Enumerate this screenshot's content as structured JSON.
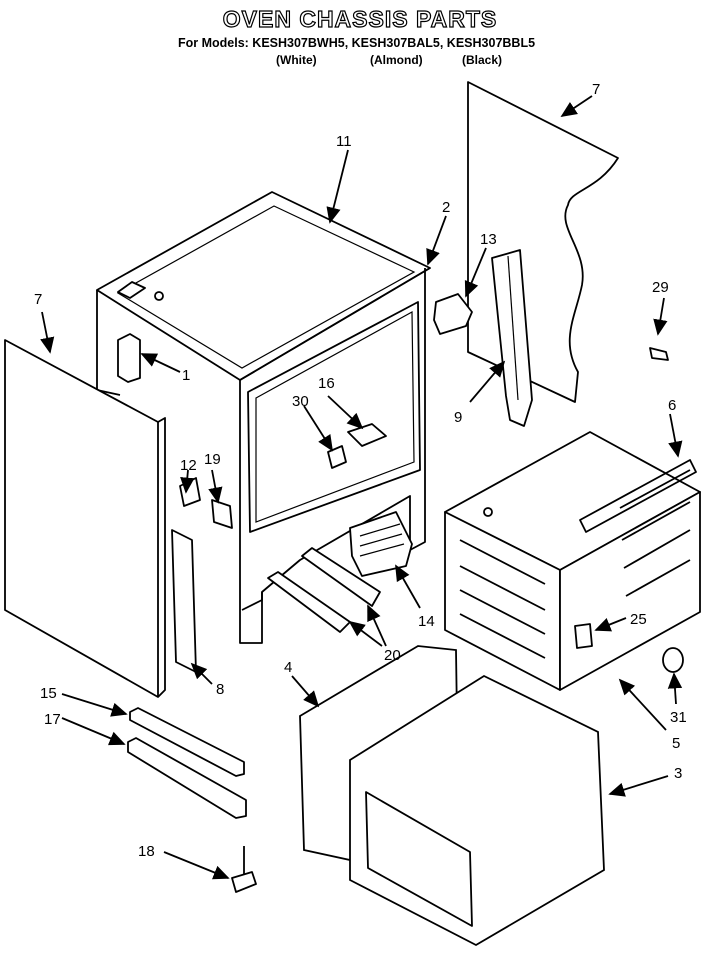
{
  "header": {
    "title": "OVEN CHASSIS PARTS",
    "models_line": "For Models: KESH307BWH5, KESH307BAL5, KESH307BBL5",
    "colors": [
      "(White)",
      "(Almond)",
      "(Black)"
    ]
  },
  "callouts": [
    "7",
    "11",
    "2",
    "13",
    "29",
    "7",
    "1",
    "9",
    "6",
    "16",
    "30",
    "12",
    "19",
    "25",
    "14",
    "20",
    "4",
    "8",
    "15",
    "17",
    "31",
    "5",
    "3",
    "18"
  ]
}
